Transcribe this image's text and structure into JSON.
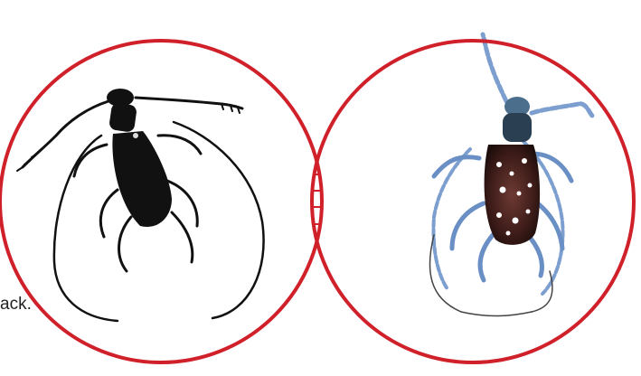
{
  "diagram": {
    "type": "venn",
    "ring_color": "#d0202a",
    "overlap_fill": "horizontal-lines",
    "left_item": "beetle-black",
    "right_item": "beetle-blue-spotted"
  },
  "caption": {
    "text": "ack."
  }
}
